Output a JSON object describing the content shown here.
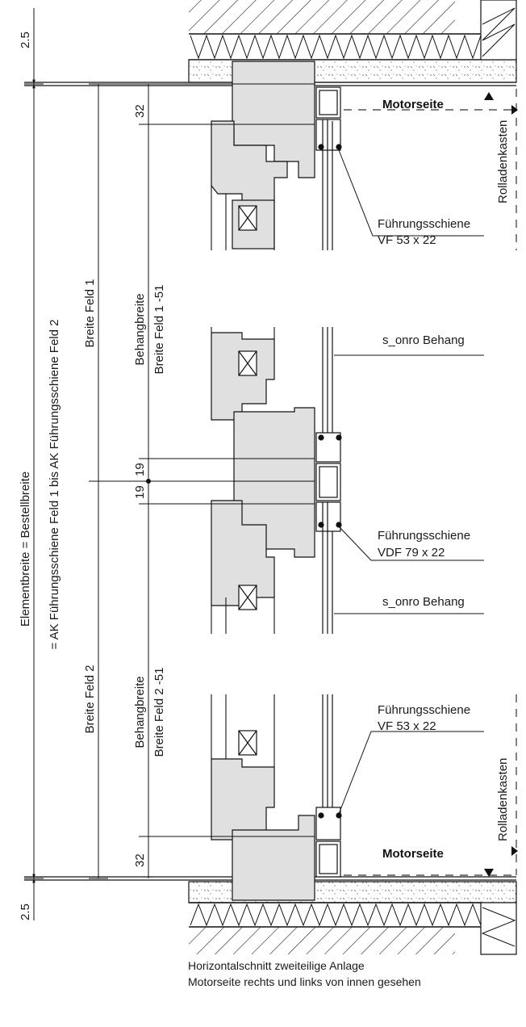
{
  "dimensions": {
    "top_gap": "2.5",
    "bottom_gap": "2.5",
    "offset_top": "32",
    "offset_bottom": "32",
    "center_upper": "19",
    "center_lower": "19",
    "element_width": "Elementbreite = Bestellbreite",
    "element_width_formula": "= AK Führungsschiene  Feld 1  bis AK Führungsschiene  Feld 2",
    "field1_width": "Breite Feld  1",
    "field2_width": "Breite Feld  2",
    "hanging_width_label_1": "Behangbreite",
    "hanging_width_formula_1": "Breite Feld 1 -51",
    "hanging_width_label_2": "Behangbreite",
    "hanging_width_formula_2": "Breite Feld 2 -51"
  },
  "callouts": {
    "motor_side_top": "Motorseite",
    "motor_side_bottom": "Motorseite",
    "roller_box_top": "Rolladenkasten",
    "roller_box_bottom": "Rolladenkasten",
    "rail_top_name": "Führungsschiene",
    "rail_top_size": "VF 53 x 22",
    "rail_mid_name": "Führungsschiene",
    "rail_mid_size": "VDF 79 x 22",
    "rail_bottom_name": "Führungsschiene",
    "rail_bottom_size": "VF 53 x 22",
    "curtain_upper": "s_onro Behang",
    "curtain_lower": "s_onro Behang"
  },
  "caption": {
    "line1": "Horizontalschnitt zweiteilige Anlage",
    "line2": "Motorseite rechts und links von innen gesehen"
  }
}
